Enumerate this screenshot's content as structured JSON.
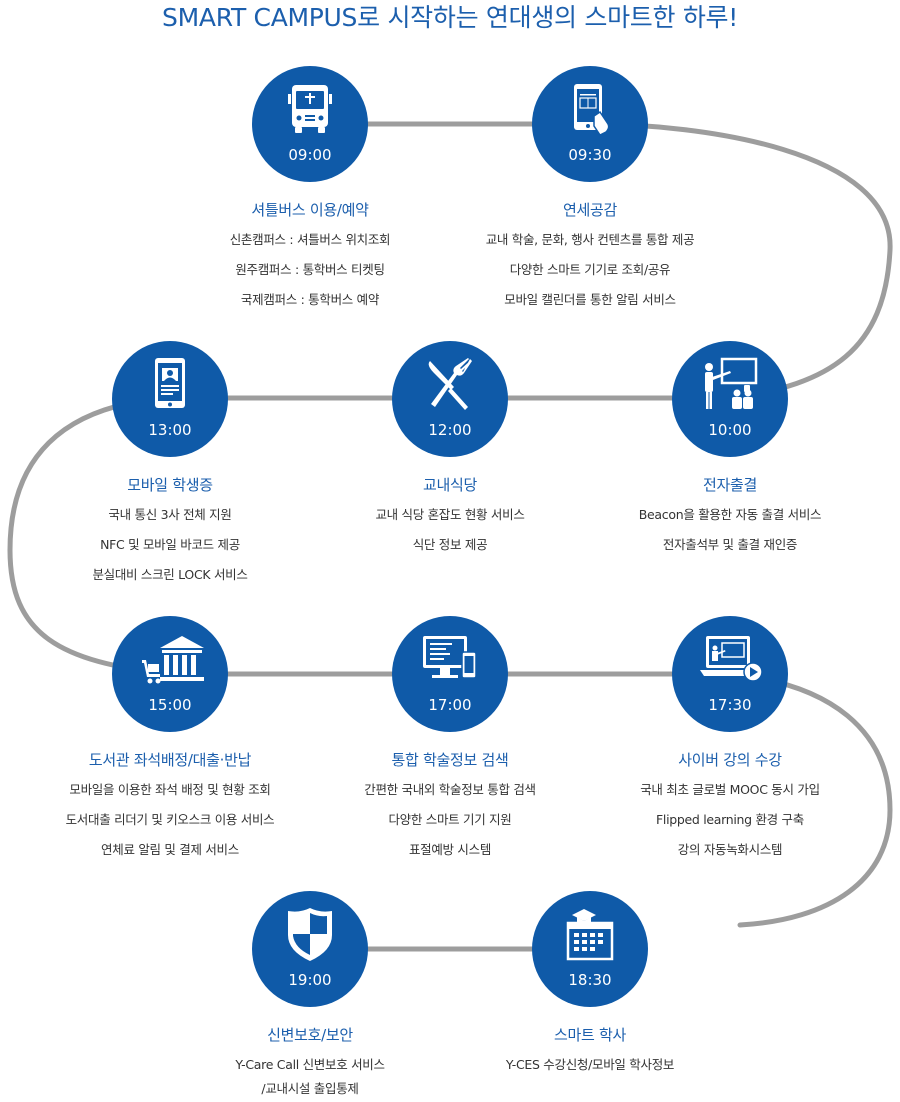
{
  "title": "SMART CAMPUS로 시작하는 연대생의 스마트한 하루!",
  "colors": {
    "node": "#0f5aa8",
    "heading": "#1c5fad",
    "path": "#9d9d9d",
    "text": "#333333"
  },
  "steps": [
    {
      "time": "09:00",
      "icon": "bus-icon",
      "heading": "셔틀버스 이용/예약",
      "lines": [
        "신촌캠퍼스 : 셔틀버스 위치조회",
        "원주캠퍼스 : 통학버스 티켓팅",
        "국제캠퍼스 : 통학버스 예약"
      ]
    },
    {
      "time": "09:30",
      "icon": "smartphone-touch-icon",
      "heading": "연세공감",
      "lines": [
        "교내 학술, 문화, 행사 컨텐츠를 통합 제공",
        "다양한 스마트 기기로 조회/공유",
        "모바일 캘린더를 통한 알림 서비스"
      ]
    },
    {
      "time": "10:00",
      "icon": "lecture-presenter-icon",
      "heading": "전자출결",
      "lines": [
        "Beacon을 활용한 자동 출결 서비스",
        "전자출석부 및 출결 재인증"
      ]
    },
    {
      "time": "12:00",
      "icon": "fork-knife-icon",
      "heading": "교내식당",
      "lines": [
        "교내 식당 혼잡도 현황 서비스",
        "식단 정보 제공"
      ]
    },
    {
      "time": "13:00",
      "icon": "mobile-id-card-icon",
      "heading": "모바일 학생증",
      "lines": [
        "국내 통신 3사 전체 지원",
        "NFC 및 모바일 바코드 제공",
        "분실대비 스크린 LOCK 서비스"
      ]
    },
    {
      "time": "15:00",
      "icon": "library-cart-icon",
      "heading": "도서관 좌석배정/대출·반납",
      "lines": [
        "모바일을 이용한 좌석 배정 및 현황 조회",
        "도서대출 리더기 및 키오스크 이용 서비스",
        "연체료 알림 및 결제 서비스"
      ]
    },
    {
      "time": "17:00",
      "icon": "monitor-phone-icon",
      "heading": "통합 학술정보 검색",
      "lines": [
        "간편한 국내외 학술정보 통합 검색",
        "다양한 스마트 기기 지원",
        "표절예방 시스템"
      ]
    },
    {
      "time": "17:30",
      "icon": "laptop-video-icon",
      "heading": "사이버 강의 수강",
      "lines": [
        "국내 최초 글로벌 MOOC 동시 가입",
        "Flipped learning 환경 구축",
        "강의 자동녹화시스템"
      ]
    },
    {
      "time": "18:30",
      "icon": "graduation-calendar-icon",
      "heading": "스마트 학사",
      "lines": [
        "Y-CES 수강신청/모바일 학사정보"
      ]
    },
    {
      "time": "19:00",
      "icon": "shield-icon",
      "heading": "신변보호/보안",
      "lines": [
        "Y-Care Call 신변보호 서비스",
        "/교내시설 출입통제"
      ]
    }
  ]
}
